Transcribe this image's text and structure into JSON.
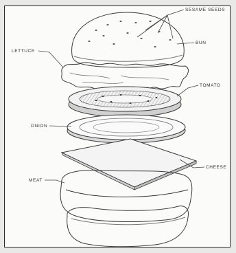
{
  "labels": {
    "sesame_seeds": "SESAME SEEDS",
    "bun": "BUN",
    "lettuce": "LETTUCE",
    "tomato": "TOMATO",
    "onion": "ONION",
    "cheese": "CHEESE",
    "meat": "MEAT"
  },
  "colors": {
    "paper": "#fbfbfa",
    "pencil": "#3a3a3a",
    "shade": "#8a8a8a"
  }
}
